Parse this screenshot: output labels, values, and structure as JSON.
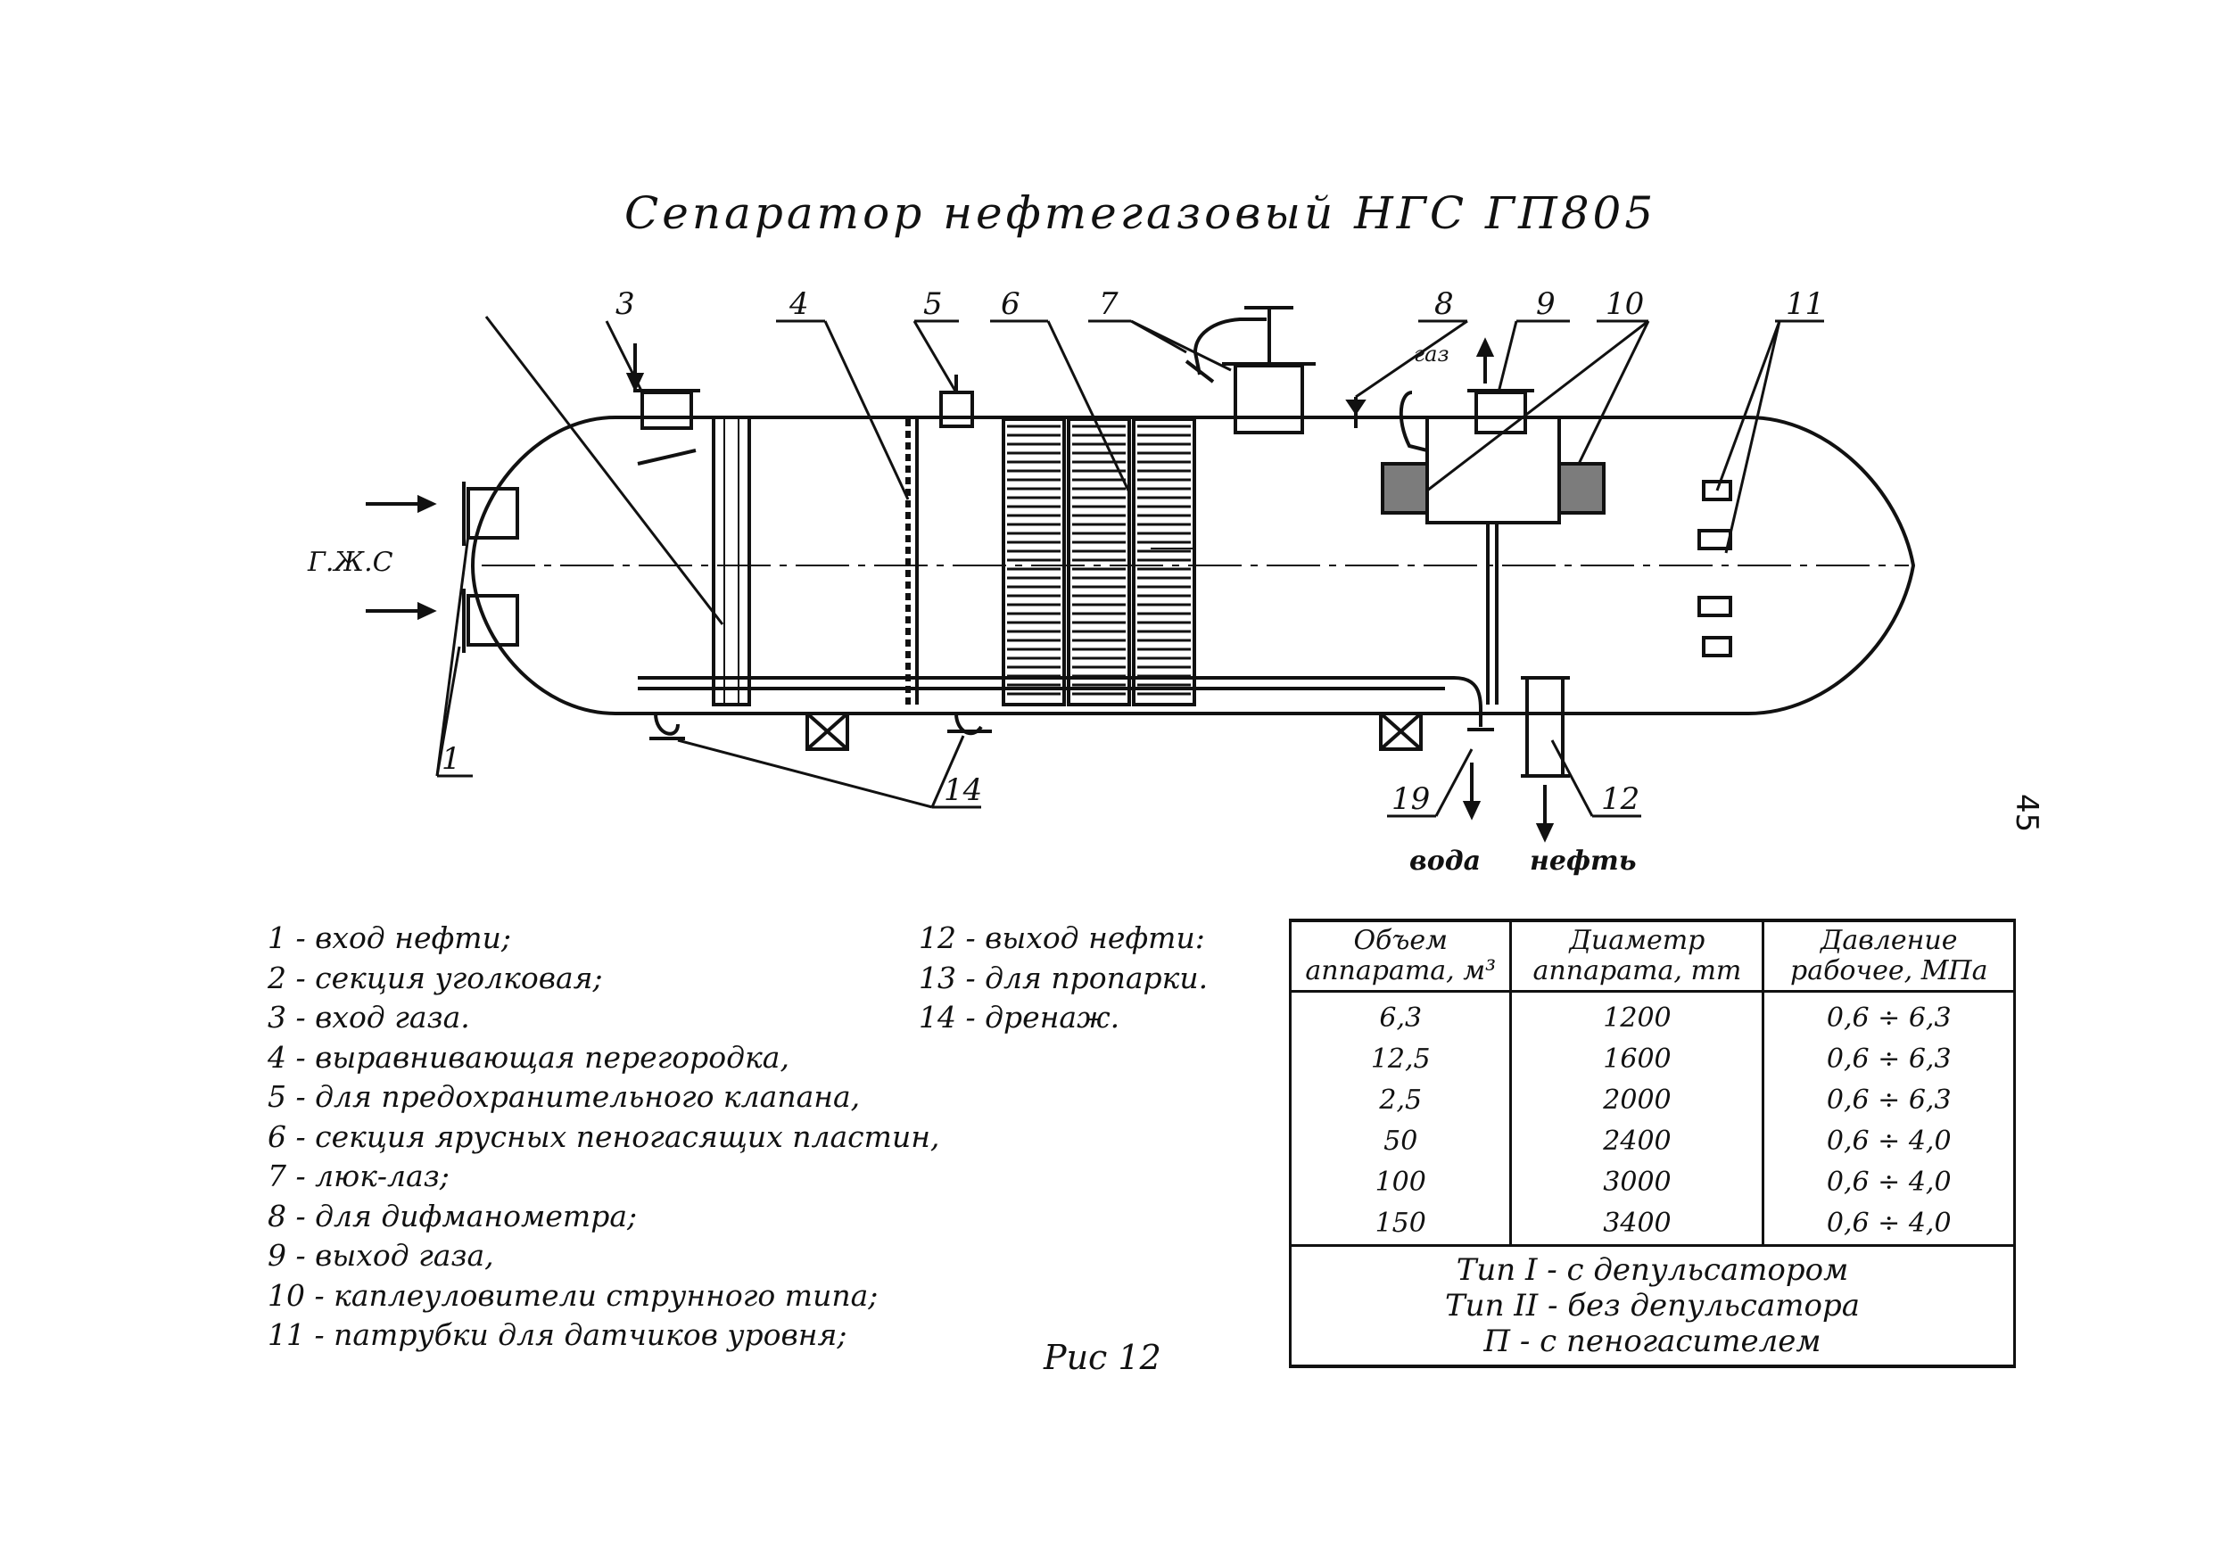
{
  "title": "Сепаратор нефтегазовый НГС ГП805",
  "callouts": [
    "1",
    "3",
    "4",
    "5",
    "6",
    "7",
    "8",
    "9",
    "10",
    "11",
    "12",
    "14",
    "19"
  ],
  "flow_labels": {
    "inlet": "Г.Ж.С",
    "gas": "газ",
    "water": "вода",
    "oil": "нефть"
  },
  "legend": [
    "1 - вход нефти;",
    "2 - секция уголковая;",
    "3 - вход газа.",
    "4 - выравнивающая перегородка,",
    "5 - для предохранительного клапана,",
    "6 - секция ярусных пеногасящих пластин,",
    "7 - люк-лаз;",
    "8 - для дифманометра;",
    "9 - выход газа,",
    "10 - каплеуловители струнного типа;",
    "11 - патрубки для датчиков уровня;"
  ],
  "legend_right": [
    "12 - выход нефти:",
    "13 - для пропарки.",
    "14 - дренаж."
  ],
  "figure_caption": "Рис 12",
  "page_number": "45",
  "table": {
    "headers": [
      "Объем аппарата, м³",
      "Диаметр аппарата, mm",
      "Давление рабочее, МПа"
    ],
    "volumes": [
      "6,3",
      "12,5",
      "2,5",
      "50",
      "100",
      "150"
    ],
    "diameters": [
      "1200",
      "1600",
      "2000",
      "2400",
      "3000",
      "3400"
    ],
    "pressures": [
      "0,6 ÷ 6,3",
      "0,6 ÷ 6,3",
      "0,6 ÷ 6,3",
      "0,6 ÷ 4,0",
      "0,6 ÷ 4,0",
      "0,6 ÷ 4,0"
    ],
    "notes": [
      "Тип I - с депульсатором",
      "Тип II - без депульсатора",
      "П - с пеногасителем"
    ]
  }
}
